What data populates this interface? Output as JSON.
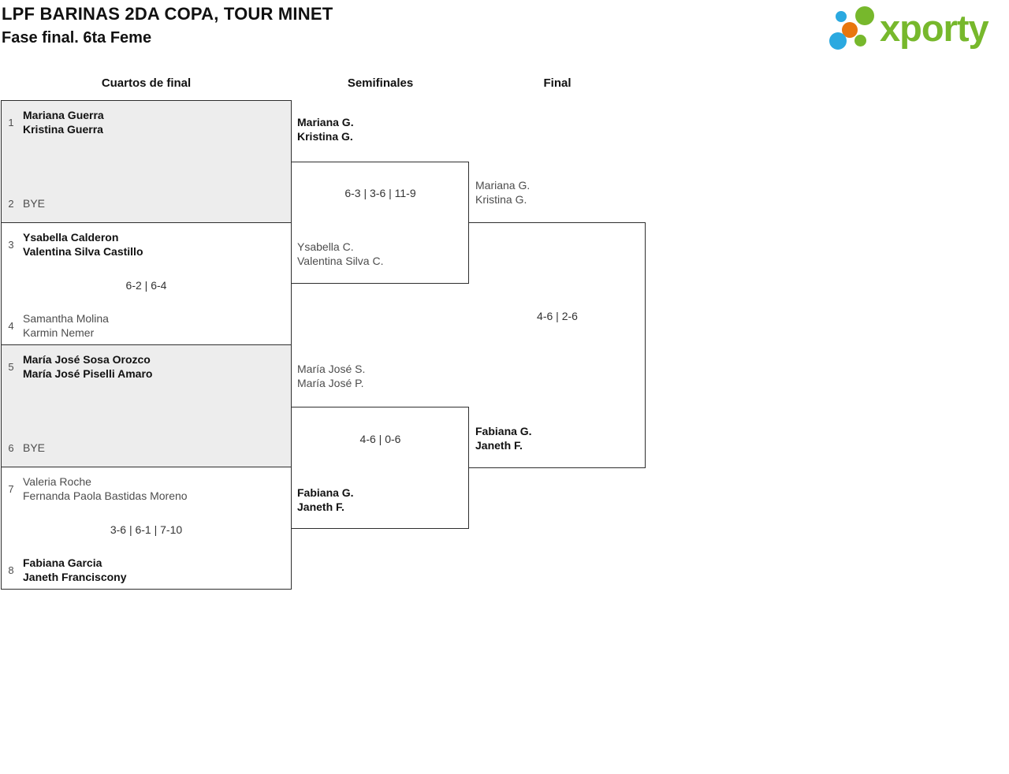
{
  "page": {
    "title": "LPF BARINAS 2DA COPA, TOUR MINET",
    "subtitle": "Fase final. 6ta Feme"
  },
  "logo": {
    "brand": "xporty"
  },
  "colors": {
    "brand_green": "#77B82C",
    "dot_blue": "#2BA9E0",
    "dot_orange": "#E8760D",
    "shaded_box": "#EDEDED",
    "box_border": "#2E2E2E",
    "winner_text": "#111111",
    "loser_text": "#4D4D4D"
  },
  "round_headers": {
    "quarterfinals": "Cuartos de final",
    "semifinals": "Semifinales",
    "final": "Final"
  },
  "bracket": {
    "qf": [
      {
        "seed1": "1",
        "team1_line1": "Mariana Guerra",
        "team1_line2": "Kristina Guerra",
        "score": "",
        "seed2": "2",
        "team2_line1": "BYE",
        "team2_line2": ""
      },
      {
        "seed1": "3",
        "team1_line1": "Ysabella Calderon",
        "team1_line2": "Valentina Silva Castillo",
        "score": "6-2 | 6-4",
        "seed2": "4",
        "team2_line1": "Samantha Molina",
        "team2_line2": "Karmin Nemer"
      },
      {
        "seed1": "5",
        "team1_line1": "María José Sosa Orozco",
        "team1_line2": "María José Piselli Amaro",
        "score": "",
        "seed2": "6",
        "team2_line1": "BYE",
        "team2_line2": ""
      },
      {
        "seed1": "7",
        "team1_line1": "Valeria Roche",
        "team1_line2": "Fernanda Paola Bastidas Moreno",
        "score": "3-6 | 6-1 | 7-10",
        "seed2": "8",
        "team2_line1": "Fabiana Garcia",
        "team2_line2": "Janeth Franciscony"
      }
    ],
    "sf": [
      {
        "team1_line1": "Mariana G.",
        "team1_line2": "Kristina G.",
        "score": "6-3 | 3-6 | 11-9",
        "team2_line1": "Ysabella C.",
        "team2_line2": "Valentina Silva C."
      },
      {
        "team1_line1": "María José S.",
        "team1_line2": "María José P.",
        "score": "4-6 | 0-6",
        "team2_line1": "Fabiana G.",
        "team2_line2": "Janeth F."
      }
    ],
    "final": {
      "team1_line1": "Mariana G.",
      "team1_line2": "Kristina G.",
      "score": "4-6 | 2-6",
      "team2_line1": "Fabiana G.",
      "team2_line2": "Janeth F."
    }
  }
}
